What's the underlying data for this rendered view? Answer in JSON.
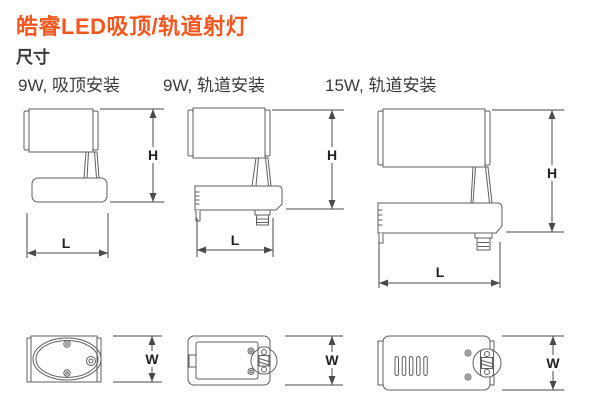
{
  "header": {
    "title": "皓睿LED吸顶/轨道射灯",
    "subtitle": "尺寸"
  },
  "columns": [
    {
      "label": "9W, 吸顶安装"
    },
    {
      "label": "9W, 轨道安装"
    },
    {
      "label": "15W, 轨道安装"
    }
  ],
  "dim_labels": {
    "height": "H",
    "length": "L",
    "width": "W"
  },
  "colors": {
    "title_accent": "#F4561E",
    "body_text": "#3A3A3A",
    "line_art": "#5F5F5F",
    "dimension_line": "#4A4A4A"
  }
}
